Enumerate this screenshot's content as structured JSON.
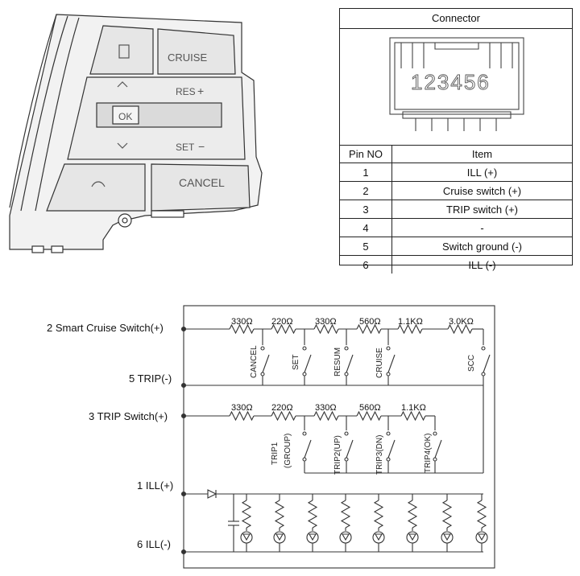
{
  "switch_unit": {
    "buttons": {
      "cruise": "CRUISE",
      "res": "RES",
      "ok": "OK",
      "set": "SET",
      "cancel": "CANCEL"
    }
  },
  "connector": {
    "title": "Connector",
    "pin_digits": "123456",
    "columns": [
      "Pin NO",
      "Item"
    ],
    "rows": [
      {
        "pin": "1",
        "item": "ILL (+)"
      },
      {
        "pin": "2",
        "item": "Cruise switch (+)"
      },
      {
        "pin": "3",
        "item": "TRIP switch (+)"
      },
      {
        "pin": "4",
        "item": "-"
      },
      {
        "pin": "5",
        "item": "Switch ground (-)"
      },
      {
        "pin": "6",
        "item": "ILL (-)"
      }
    ]
  },
  "circuit": {
    "terminals": [
      "2 Smart Cruise Switch(+)",
      "5 TRIP(-)",
      "3 TRIP Switch(+)",
      "1 ILL(+)",
      "6 ILL(-)"
    ],
    "cruise_resistors": [
      "330Ω",
      "220Ω",
      "330Ω",
      "560Ω",
      "1.1KΩ",
      "3.0KΩ"
    ],
    "cruise_switches": [
      "CANCEL",
      "SET",
      "RESUM",
      "CRUISE",
      "SCC"
    ],
    "trip_resistors": [
      "330Ω",
      "220Ω",
      "330Ω",
      "560Ω",
      "1.1KΩ"
    ],
    "trip_switches": [
      "TRIP1",
      "(GROUP)",
      "TRIP2(UP)",
      "TRIP3(DN)",
      "TRIP4(OK)"
    ]
  }
}
